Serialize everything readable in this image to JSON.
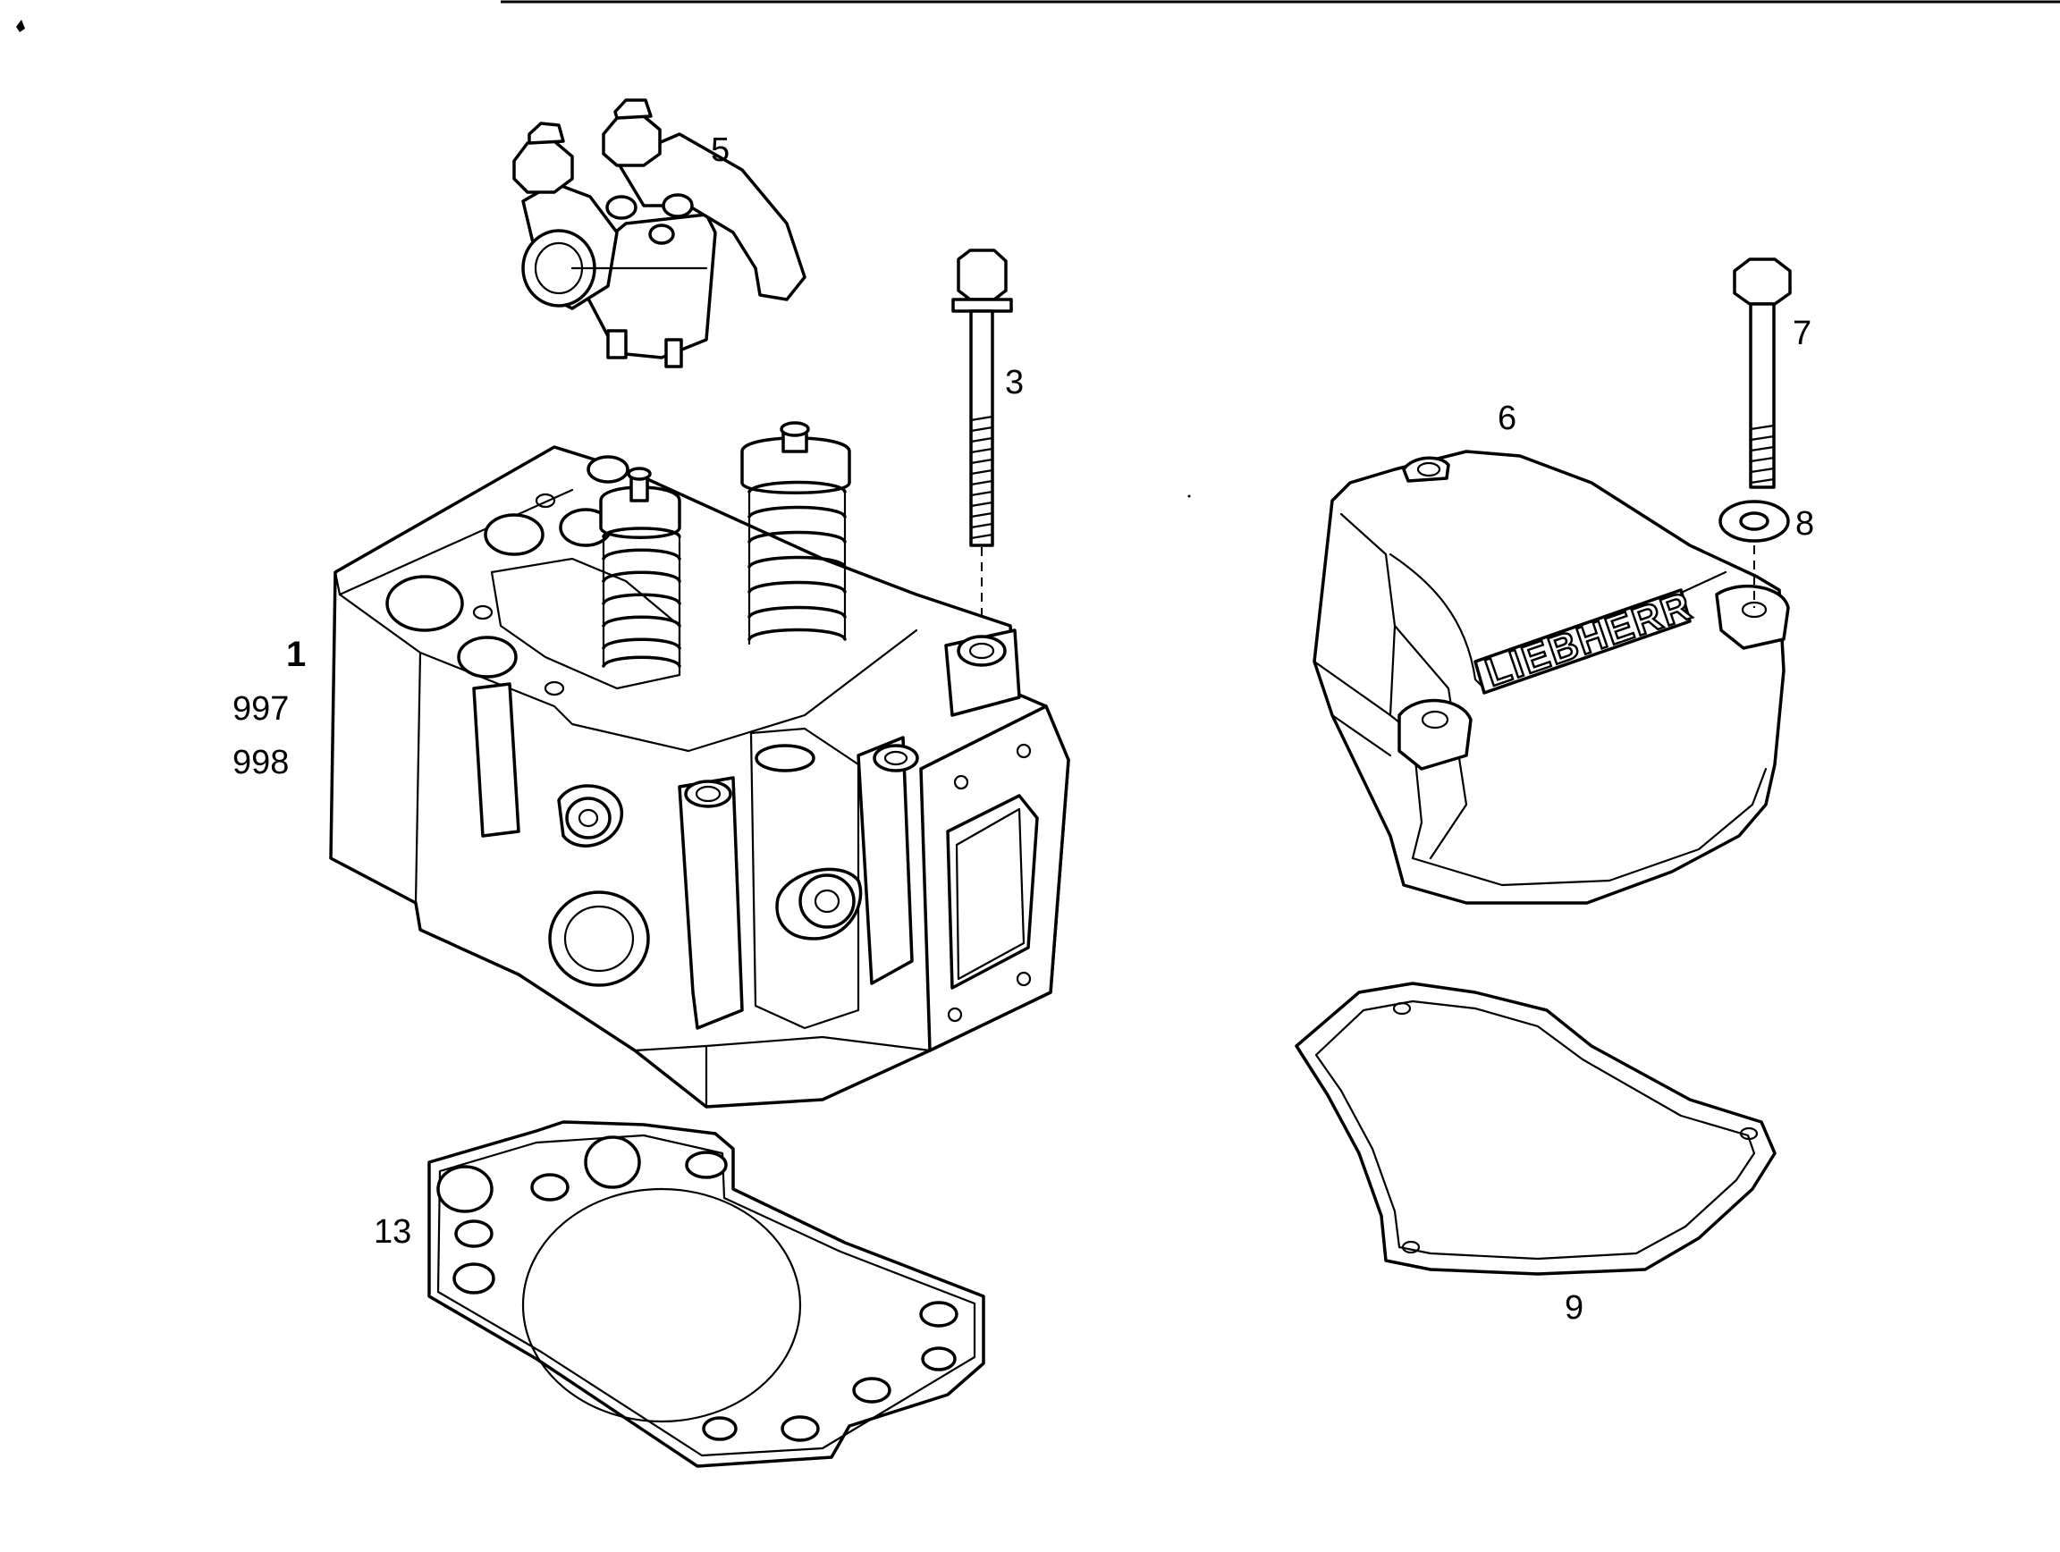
{
  "diagram": {
    "brand_logo_text": "LIEBHERR",
    "callouts": {
      "p1": "1",
      "p997": "997",
      "p998": "998",
      "p3": "3",
      "p5": "5",
      "p6": "6",
      "p7": "7",
      "p8": "8",
      "p9": "9",
      "p13": "13"
    }
  }
}
